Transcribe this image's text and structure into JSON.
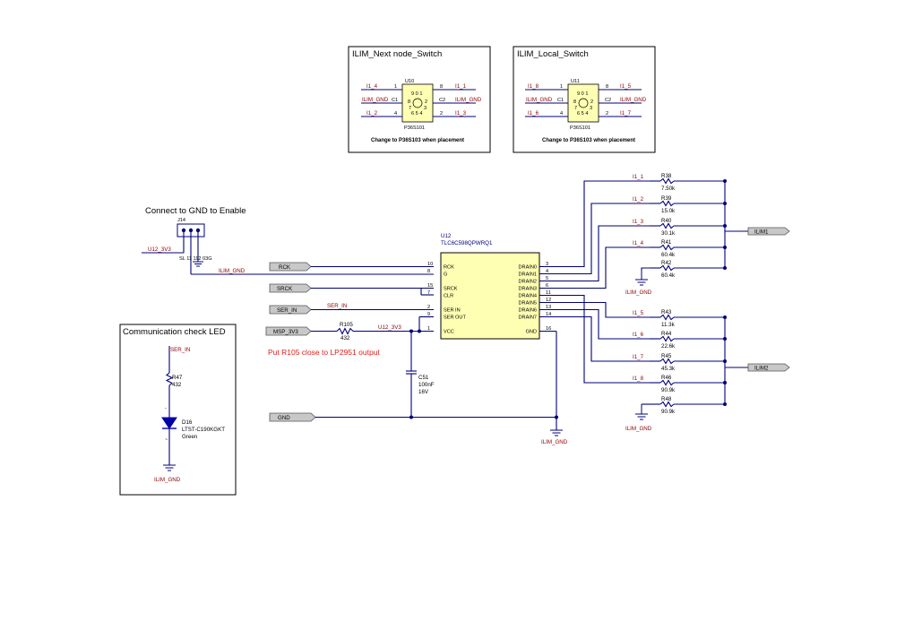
{
  "boxes": {
    "next_title": "ILIM_Next node_Switch",
    "local_title": "ILIM_Local_Switch",
    "comm_title": "Communication check LED"
  },
  "u10": {
    "ref": "U10",
    "part": "P36S101",
    "note": "Change to P36S103 when placement",
    "pin1": "1",
    "pin8": "8",
    "pinC1": "C1",
    "pinC2": "C2",
    "pin4": "4",
    "pin2": "2",
    "net_left1": "I1_4",
    "net_left2": "ILIM_GND",
    "net_left3": "I1_2",
    "net_right1": "I1_1",
    "net_right2": "ILIM_GND",
    "net_right3": "I1_3"
  },
  "u11": {
    "ref": "U11",
    "part": "P36S101",
    "note": "Change to P36S103 when placement",
    "pin1": "1",
    "pin8": "8",
    "pinC1": "C1",
    "pinC2": "C2",
    "pin4": "4",
    "pin2": "2",
    "net_left1": "I1_8",
    "net_left2": "ILIM_GND",
    "net_left3": "I1_6",
    "net_right1": "I1_5",
    "net_right2": "ILIM_GND",
    "net_right3": "I1_7"
  },
  "dial": {
    "top": "9 0 1",
    "left": "8",
    "right": "2",
    "l2": "7",
    "r2": "3",
    "bottom": "6 5 4"
  },
  "j14": {
    "note": "Connect to GND to Enable",
    "ref": "J14",
    "part": "SL 11 112 03G",
    "net_in": "U12_3V3",
    "net_gnd": "ILIM_GND"
  },
  "u12": {
    "ref": "U12",
    "part": "TLC6C598QPWRQ1",
    "left_pins": [
      {
        "num": "10",
        "name": "RCK"
      },
      {
        "num": "8",
        "name": "G"
      },
      {
        "num": "15",
        "name": "SRCK"
      },
      {
        "num": "7",
        "name": "CLR"
      },
      {
        "num": "2",
        "name": "SER IN"
      },
      {
        "num": "9",
        "name": "SER OUT"
      },
      {
        "num": "1",
        "name": "VCC"
      }
    ],
    "right_pins": [
      {
        "num": "3",
        "name": "DRAIN0"
      },
      {
        "num": "4",
        "name": "DRAIN1"
      },
      {
        "num": "5",
        "name": "DRAIN2"
      },
      {
        "num": "6",
        "name": "DRAIN3"
      },
      {
        "num": "11",
        "name": "DRAIN4"
      },
      {
        "num": "12",
        "name": "DRAIN5"
      },
      {
        "num": "13",
        "name": "DRAIN6"
      },
      {
        "num": "14",
        "name": "DRAIN7"
      },
      {
        "num": "16",
        "name": "GND"
      }
    ]
  },
  "ports": {
    "rck": "RCK",
    "srck": "SRCK",
    "ser_in": "SER_IN",
    "msp": "MSP_3V3",
    "gnd": "GND",
    "ilim1": "ILIM1",
    "ilim2": "ILIM2"
  },
  "nets": {
    "ser_in": "SER_IN",
    "u12_3v3": "U12_3V3",
    "ilim_gnd": "ILIM_GND"
  },
  "r105": {
    "ref": "R105",
    "value": "432"
  },
  "note_red": "Put R105 close to LP2951 output",
  "c51": {
    "ref": "C51",
    "value": "100nF",
    "voltage": "16V"
  },
  "resistors": [
    {
      "ref": "R38",
      "value": "7.50k",
      "net": "I1_1"
    },
    {
      "ref": "R39",
      "value": "15.0k",
      "net": "I1_2"
    },
    {
      "ref": "R40",
      "value": "30.1k",
      "net": "I1_3"
    },
    {
      "ref": "R41",
      "value": "60.4k",
      "net": "I1_4"
    },
    {
      "ref": "R42",
      "value": "60.4k",
      "net": ""
    },
    {
      "ref": "R43",
      "value": "11.3k",
      "net": "I1_5"
    },
    {
      "ref": "R44",
      "value": "22.6k",
      "net": "I1_6"
    },
    {
      "ref": "R45",
      "value": "45.3k",
      "net": "I1_7"
    },
    {
      "ref": "R46",
      "value": "90.9k",
      "net": "I1_8"
    },
    {
      "ref": "R48",
      "value": "90.9k",
      "net": ""
    }
  ],
  "led": {
    "net_top": "SER_IN",
    "r_ref": "R47",
    "r_value": "432",
    "d_ref": "D16",
    "d_part": "LTST-C190KGKT",
    "d_color": "Green",
    "net_gnd": "ILIM_GND"
  }
}
